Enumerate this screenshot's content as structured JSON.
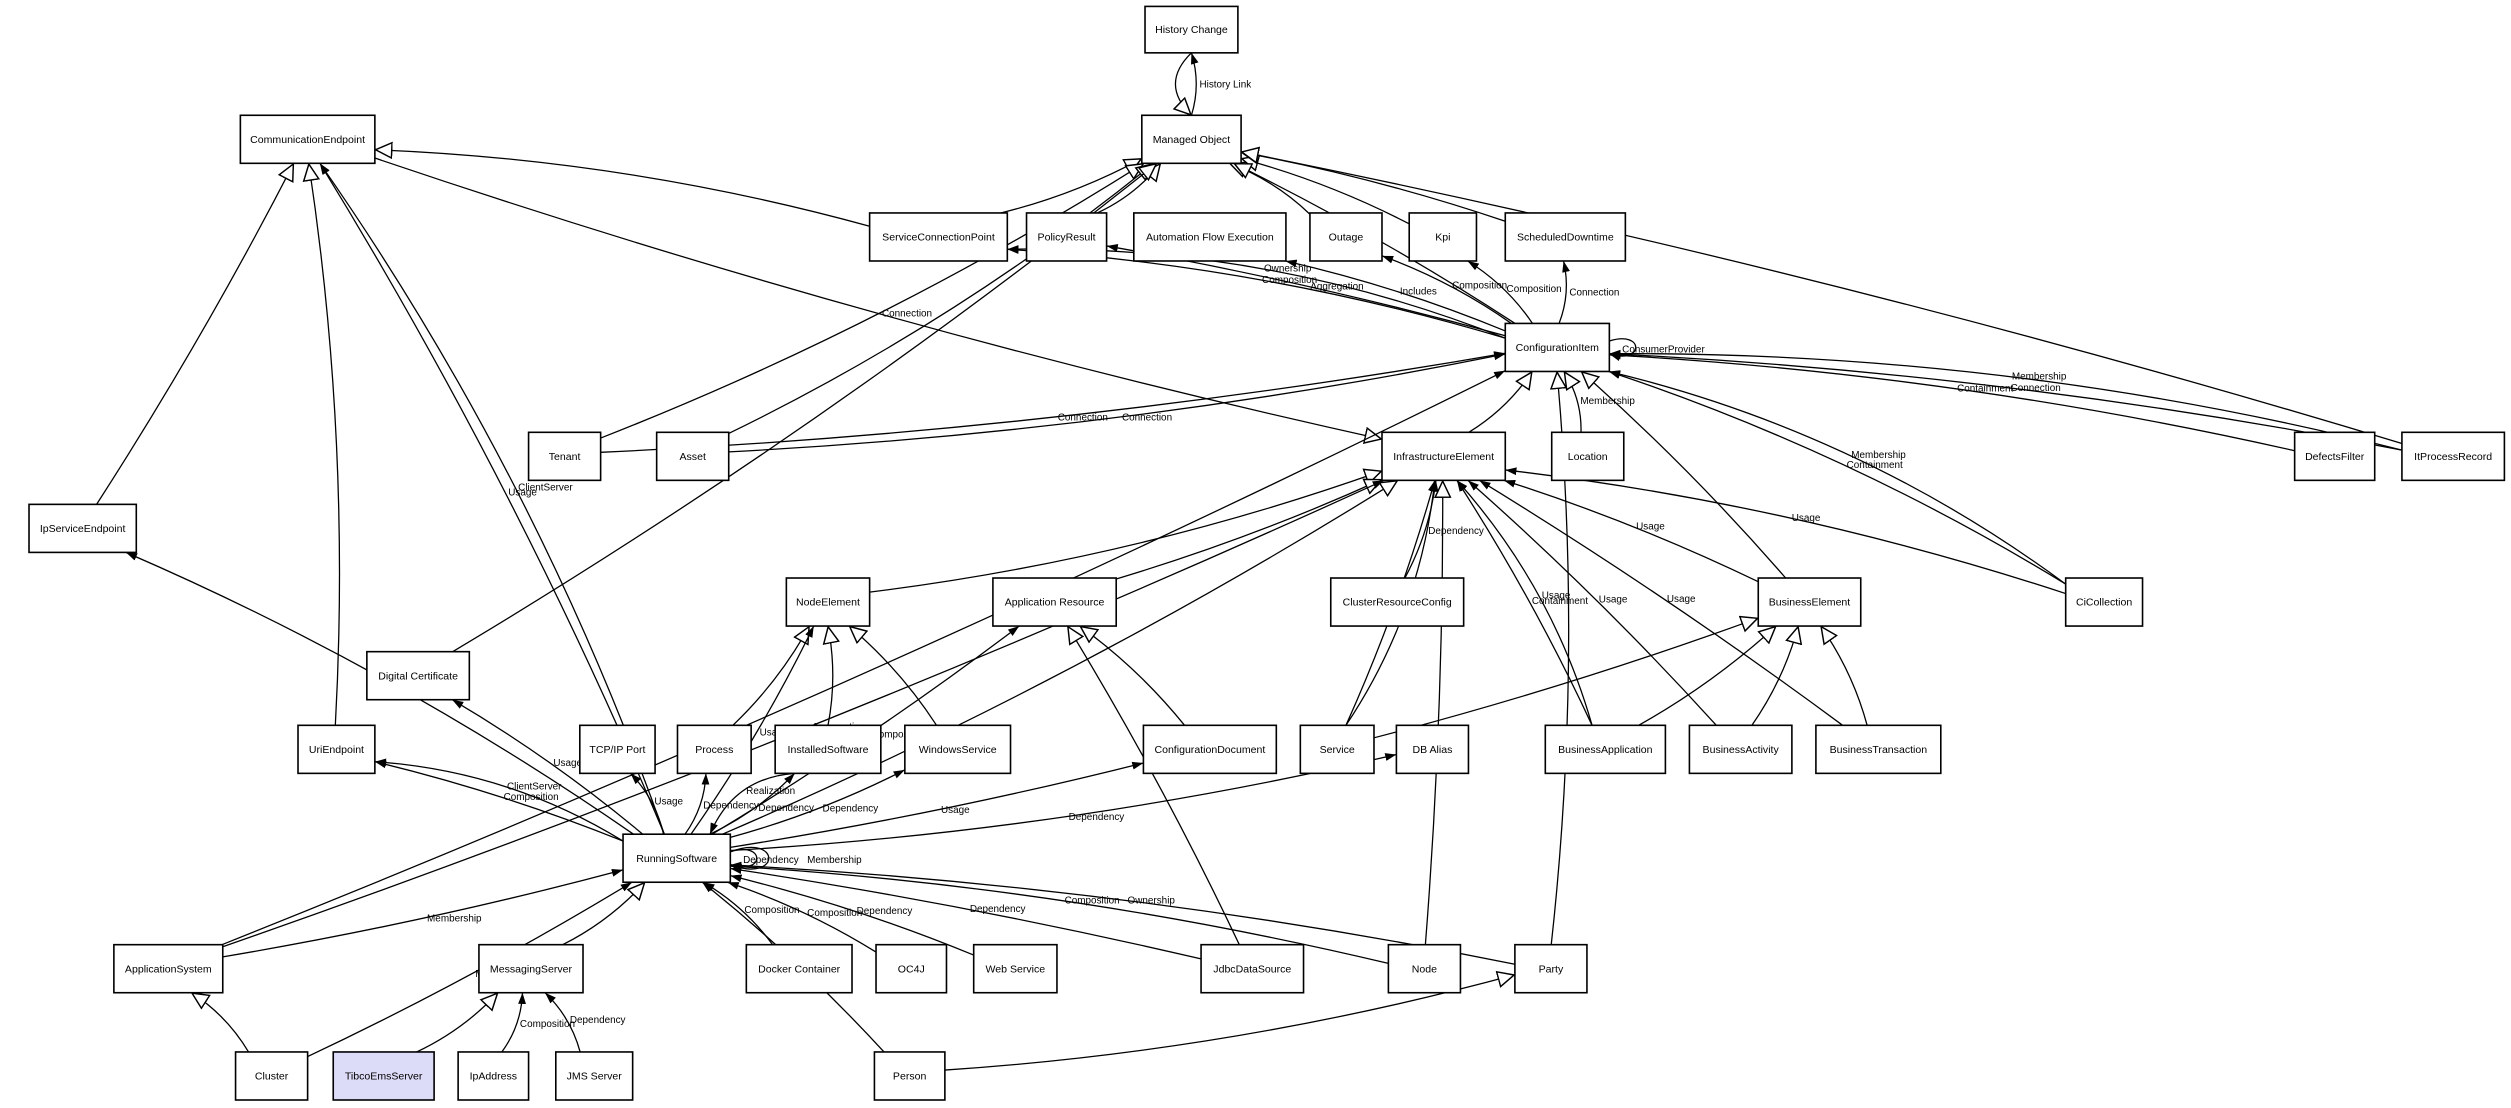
{
  "diagram": {
    "title": "CMDB Class Model",
    "highlight_color": "#dcdcf8",
    "nodes": [
      {
        "id": "history_change",
        "label": "History Change"
      },
      {
        "id": "managed_object",
        "label": "Managed Object"
      },
      {
        "id": "communication_endpoint",
        "label": "CommunicationEndpoint"
      },
      {
        "id": "service_connection_point",
        "label": "ServiceConnectionPoint"
      },
      {
        "id": "policy_result",
        "label": "PolicyResult"
      },
      {
        "id": "automation_flow_execution",
        "label": "Automation Flow Execution"
      },
      {
        "id": "outage",
        "label": "Outage"
      },
      {
        "id": "kpi",
        "label": "Kpi"
      },
      {
        "id": "scheduled_downtime",
        "label": "ScheduledDowntime"
      },
      {
        "id": "configuration_item",
        "label": "ConfigurationItem"
      },
      {
        "id": "tenant",
        "label": "Tenant"
      },
      {
        "id": "asset",
        "label": "Asset"
      },
      {
        "id": "infrastructure_element",
        "label": "InfrastructureElement"
      },
      {
        "id": "location",
        "label": "Location"
      },
      {
        "id": "defects_filter",
        "label": "DefectsFilter"
      },
      {
        "id": "it_process_record",
        "label": "ItProcessRecord"
      },
      {
        "id": "ip_service_endpoint",
        "label": "IpServiceEndpoint"
      },
      {
        "id": "node_element",
        "label": "NodeElement"
      },
      {
        "id": "application_resource",
        "label": "Application Resource"
      },
      {
        "id": "cluster_resource_config",
        "label": "ClusterResourceConfig"
      },
      {
        "id": "business_element",
        "label": "BusinessElement"
      },
      {
        "id": "ci_collection",
        "label": "CiCollection"
      },
      {
        "id": "digital_certificate",
        "label": "Digital Certificate"
      },
      {
        "id": "uri_endpoint",
        "label": "UriEndpoint"
      },
      {
        "id": "tcpip_port",
        "label": "TCP/IP Port"
      },
      {
        "id": "process",
        "label": "Process"
      },
      {
        "id": "installed_software",
        "label": "InstalledSoftware"
      },
      {
        "id": "windows_service",
        "label": "WindowsService"
      },
      {
        "id": "configuration_document",
        "label": "ConfigurationDocument"
      },
      {
        "id": "service",
        "label": "Service"
      },
      {
        "id": "db_alias",
        "label": "DB Alias"
      },
      {
        "id": "business_application",
        "label": "BusinessApplication"
      },
      {
        "id": "business_activity",
        "label": "BusinessActivity"
      },
      {
        "id": "business_transaction",
        "label": "BusinessTransaction"
      },
      {
        "id": "running_software",
        "label": "RunningSoftware"
      },
      {
        "id": "application_system",
        "label": "ApplicationSystem"
      },
      {
        "id": "messaging_server",
        "label": "MessagingServer"
      },
      {
        "id": "docker_container",
        "label": "Docker Container"
      },
      {
        "id": "oc4j",
        "label": "OC4J"
      },
      {
        "id": "web_service",
        "label": "Web Service"
      },
      {
        "id": "jdbc_data_source",
        "label": "JdbcDataSource"
      },
      {
        "id": "node",
        "label": "Node"
      },
      {
        "id": "party",
        "label": "Party"
      },
      {
        "id": "cluster",
        "label": "Cluster"
      },
      {
        "id": "tibco_ems_server",
        "label": "TibcoEmsServer",
        "highlighted": true
      },
      {
        "id": "ip_address",
        "label": "IpAddress"
      },
      {
        "id": "jms_server",
        "label": "JMS Server"
      },
      {
        "id": "person",
        "label": "Person"
      }
    ],
    "edges": [
      {
        "from": "managed_object",
        "to": "history_change",
        "label": "History Link",
        "arrow": "filled"
      },
      {
        "from": "history_change",
        "to": "managed_object",
        "label": "",
        "arrow": "open"
      },
      {
        "from": "policy_result",
        "to": "managed_object",
        "label": "",
        "arrow": "open"
      },
      {
        "from": "outage",
        "to": "managed_object",
        "label": "",
        "arrow": "open"
      },
      {
        "from": "kpi",
        "to": "managed_object",
        "label": "",
        "arrow": "open"
      },
      {
        "from": "scheduled_downtime",
        "to": "managed_object",
        "label": "",
        "arrow": "open"
      },
      {
        "from": "configuration_item",
        "to": "managed_object",
        "label": "",
        "arrow": "open"
      },
      {
        "from": "it_process_record",
        "to": "managed_object",
        "label": "",
        "arrow": "open"
      },
      {
        "from": "service_connection_point",
        "to": "managed_object",
        "label": "",
        "arrow": "open"
      },
      {
        "from": "tenant",
        "to": "managed_object",
        "label": "Connection",
        "arrow": "open"
      },
      {
        "from": "asset",
        "to": "managed_object",
        "label": "",
        "arrow": "open"
      },
      {
        "from": "digital_certificate",
        "to": "managed_object",
        "label": "",
        "arrow": "open"
      },
      {
        "from": "service_connection_point",
        "to": "communication_endpoint",
        "label": "",
        "arrow": "open"
      },
      {
        "from": "ip_service_endpoint",
        "to": "communication_endpoint",
        "label": "",
        "arrow": "open"
      },
      {
        "from": "uri_endpoint",
        "to": "communication_endpoint",
        "label": "",
        "arrow": "open"
      },
      {
        "from": "communication_endpoint",
        "to": "infrastructure_element",
        "label": "",
        "arrow": "open"
      },
      {
        "from": "running_software",
        "to": "communication_endpoint",
        "label": "Usage",
        "arrow": "filled"
      },
      {
        "from": "running_software",
        "to": "communication_endpoint",
        "label": "ClientServer",
        "arrow": "filled"
      },
      {
        "from": "configuration_item",
        "to": "service_connection_point",
        "label": "Composition",
        "arrow": "filled"
      },
      {
        "from": "configuration_item",
        "to": "service_connection_point",
        "label": "Ownership",
        "arrow": "filled"
      },
      {
        "from": "configuration_item",
        "to": "policy_result",
        "label": "Aggregation",
        "arrow": "filled"
      },
      {
        "from": "configuration_item",
        "to": "automation_flow_execution",
        "label": "Includes",
        "arrow": "filled"
      },
      {
        "from": "configuration_item",
        "to": "outage",
        "label": "Composition",
        "arrow": "filled"
      },
      {
        "from": "configuration_item",
        "to": "kpi",
        "label": "Composition",
        "arrow": "filled"
      },
      {
        "from": "configuration_item",
        "to": "scheduled_downtime",
        "label": "Connection",
        "arrow": "filled"
      },
      {
        "from": "configuration_item",
        "to": "configuration_item",
        "label": "ConsumerProvider",
        "arrow": "filled"
      },
      {
        "from": "tenant",
        "to": "configuration_item",
        "label": "Connection",
        "arrow": "filled"
      },
      {
        "from": "asset",
        "to": "configuration_item",
        "label": "Connection",
        "arrow": "filled"
      },
      {
        "from": "infrastructure_element",
        "to": "configuration_item",
        "label": "",
        "arrow": "open"
      },
      {
        "from": "location",
        "to": "configuration_item",
        "label": "Membership",
        "arrow": "open"
      },
      {
        "from": "defects_filter",
        "to": "configuration_item",
        "label": "Containment",
        "arrow": "filled"
      },
      {
        "from": "it_process_record",
        "to": "configuration_item",
        "label": "Connection",
        "arrow": "filled"
      },
      {
        "from": "it_process_record",
        "to": "configuration_item",
        "label": "Membership",
        "arrow": "filled"
      },
      {
        "from": "ci_collection",
        "to": "configuration_item",
        "label": "Containment",
        "arrow": "filled"
      },
      {
        "from": "ci_collection",
        "to": "configuration_item",
        "label": "Membership",
        "arrow": "filled"
      },
      {
        "from": "business_element",
        "to": "configuration_item",
        "label": "",
        "arrow": "open"
      },
      {
        "from": "party",
        "to": "configuration_item",
        "label": "",
        "arrow": "open"
      },
      {
        "from": "application_system",
        "to": "configuration_item",
        "label": "",
        "arrow": "filled"
      },
      {
        "from": "node_element",
        "to": "infrastructure_element",
        "label": "",
        "arrow": "open"
      },
      {
        "from": "application_resource",
        "to": "infrastructure_element",
        "label": "",
        "arrow": "open"
      },
      {
        "from": "service",
        "to": "infrastructure_element",
        "label": "Containment",
        "arrow": "filled"
      },
      {
        "from": "service",
        "to": "infrastructure_element",
        "label": "Usage",
        "arrow": "filled"
      },
      {
        "from": "cluster_resource_config",
        "to": "infrastructure_element",
        "label": "Dependency",
        "arrow": "filled"
      },
      {
        "from": "business_application",
        "to": "infrastructure_element",
        "label": "Containment",
        "arrow": "filled"
      },
      {
        "from": "business_application",
        "to": "infrastructure_element",
        "label": "Usage",
        "arrow": "filled"
      },
      {
        "from": "business_activity",
        "to": "infrastructure_element",
        "label": "Usage",
        "arrow": "filled"
      },
      {
        "from": "business_element",
        "to": "infrastructure_element",
        "label": "Usage",
        "arrow": "filled"
      },
      {
        "from": "business_transaction",
        "to": "infrastructure_element",
        "label": "Usage",
        "arrow": "filled"
      },
      {
        "from": "ci_collection",
        "to": "infrastructure_element",
        "label": "Usage",
        "arrow": "filled"
      },
      {
        "from": "node",
        "to": "infrastructure_element",
        "label": "",
        "arrow": "open"
      },
      {
        "from": "running_software",
        "to": "infrastructure_element",
        "label": "",
        "arrow": "open"
      },
      {
        "from": "application_system",
        "to": "infrastructure_element",
        "label": "Aggregation",
        "arrow": "filled"
      },
      {
        "from": "process",
        "to": "node_element",
        "label": "",
        "arrow": "open"
      },
      {
        "from": "installed_software",
        "to": "node_element",
        "label": "",
        "arrow": "open"
      },
      {
        "from": "windows_service",
        "to": "node_element",
        "label": "",
        "arrow": "open"
      },
      {
        "from": "running_software",
        "to": "node_element",
        "label": "Usage",
        "arrow": "filled"
      },
      {
        "from": "configuration_document",
        "to": "application_resource",
        "label": "",
        "arrow": "open"
      },
      {
        "from": "jdbc_data_source",
        "to": "application_resource",
        "label": "",
        "arrow": "open"
      },
      {
        "from": "running_software",
        "to": "application_resource",
        "label": "Composition",
        "arrow": "filled"
      },
      {
        "from": "service",
        "to": "business_element",
        "label": "",
        "arrow": "open"
      },
      {
        "from": "business_application",
        "to": "business_element",
        "label": "",
        "arrow": "open"
      },
      {
        "from": "business_activity",
        "to": "business_element",
        "label": "",
        "arrow": "open"
      },
      {
        "from": "business_transaction",
        "to": "business_element",
        "label": "",
        "arrow": "open"
      },
      {
        "from": "running_software",
        "to": "ip_service_endpoint",
        "label": "Usage",
        "arrow": "filled"
      },
      {
        "from": "running_software",
        "to": "uri_endpoint",
        "label": "Composition",
        "arrow": "filled"
      },
      {
        "from": "running_software",
        "to": "uri_endpoint",
        "label": "ClientServer",
        "arrow": "filled"
      },
      {
        "from": "running_software",
        "to": "digital_certificate",
        "label": "Usage",
        "arrow": "filled"
      },
      {
        "from": "running_software",
        "to": "tcpip_port",
        "label": "Usage",
        "arrow": "filled"
      },
      {
        "from": "running_software",
        "to": "process",
        "label": "Dependency",
        "arrow": "filled"
      },
      {
        "from": "running_software",
        "to": "installed_software",
        "label": "Dependency",
        "arrow": "filled"
      },
      {
        "from": "installed_software",
        "to": "running_software",
        "label": "Realization",
        "arrow": "filled"
      },
      {
        "from": "running_software",
        "to": "windows_service",
        "label": "Dependency",
        "arrow": "filled"
      },
      {
        "from": "running_software",
        "to": "configuration_document",
        "label": "Usage",
        "arrow": "filled"
      },
      {
        "from": "running_software",
        "to": "db_alias",
        "label": "Dependency",
        "arrow": "filled"
      },
      {
        "from": "running_software",
        "to": "running_software",
        "label": "Dependency",
        "arrow": "filled"
      },
      {
        "from": "running_software",
        "to": "running_software",
        "label": "Membership",
        "arrow": "filled"
      },
      {
        "from": "application_system",
        "to": "running_software",
        "label": "Membership",
        "arrow": "filled"
      },
      {
        "from": "cluster",
        "to": "running_software",
        "label": "Membership",
        "arrow": "filled"
      },
      {
        "from": "messaging_server",
        "to": "running_software",
        "label": "",
        "arrow": "open"
      },
      {
        "from": "person",
        "to": "running_software",
        "label": "Ownership",
        "arrow": "filled"
      },
      {
        "from": "docker_container",
        "to": "running_software",
        "label": "Composition",
        "arrow": "filled"
      },
      {
        "from": "oc4j",
        "to": "running_software",
        "label": "Composition",
        "arrow": "filled"
      },
      {
        "from": "web_service",
        "to": "running_software",
        "label": "Dependency",
        "arrow": "filled"
      },
      {
        "from": "jdbc_data_source",
        "to": "running_software",
        "label": "Dependency",
        "arrow": "filled"
      },
      {
        "from": "node",
        "to": "running_software",
        "label": "Composition",
        "arrow": "filled"
      },
      {
        "from": "party",
        "to": "running_software",
        "label": "Ownership",
        "arrow": "filled"
      },
      {
        "from": "cluster",
        "to": "application_system",
        "label": "",
        "arrow": "open"
      },
      {
        "from": "tibco_ems_server",
        "to": "messaging_server",
        "label": "",
        "arrow": "open"
      },
      {
        "from": "ip_address",
        "to": "messaging_server",
        "label": "Composition",
        "arrow": "filled"
      },
      {
        "from": "jms_server",
        "to": "messaging_server",
        "label": "Dependency",
        "arrow": "filled"
      },
      {
        "from": "person",
        "to": "party",
        "label": "",
        "arrow": "open"
      }
    ]
  }
}
